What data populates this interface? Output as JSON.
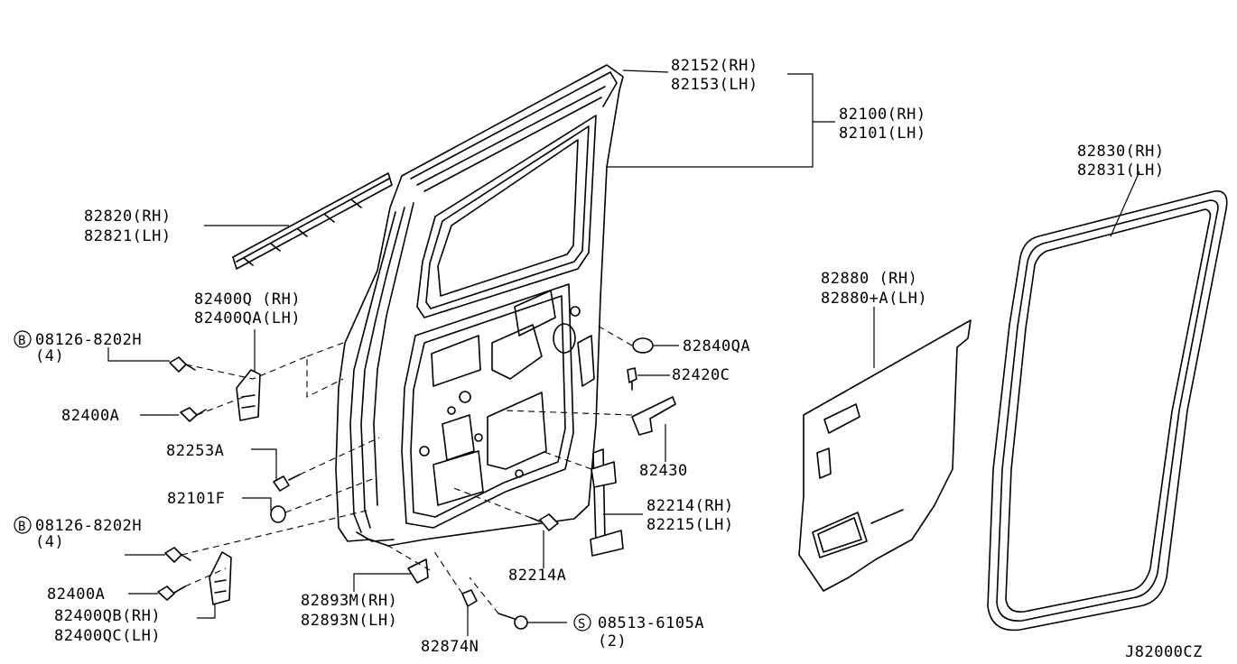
{
  "labels": {
    "p82152": "82152(RH)",
    "p82153": "82153(LH)",
    "p82100": "82100(RH)",
    "p82101": "82101(LH)",
    "p82830": "82830(RH)",
    "p82831": "82831(LH)",
    "p82820": "82820(RH)",
    "p82821": "82821(LH)",
    "p82400Q": "82400Q (RH)",
    "p82400QA": "82400QA(LH)",
    "bolt1_code": "08126-8202H",
    "bolt1_qty": "(4)",
    "p82400A_1": "82400A",
    "p82253A": "82253A",
    "p82101F": "82101F",
    "bolt2_code": "08126-8202H",
    "bolt2_qty": "(4)",
    "p82400A_2": "82400A",
    "p82400QB": "82400QB(RH)",
    "p82400QC": "82400QC(LH)",
    "p82893M": "82893M(RH)",
    "p82893N": "82893N(LH)",
    "p82874N": "82874N",
    "screw_code": "08513-6105A",
    "screw_qty": "(2)",
    "p82214A": "82214A",
    "p82214": "82214(RH)",
    "p82215": "82215(LH)",
    "p82430": "82430",
    "p82420C": "82420C",
    "p82840QA": "82840QA",
    "p82880": "82880   (RH)",
    "p82880A": "82880+A(LH)",
    "diagram_code": "J82000CZ",
    "bolt_symbol": "B",
    "screw_symbol": "S"
  }
}
